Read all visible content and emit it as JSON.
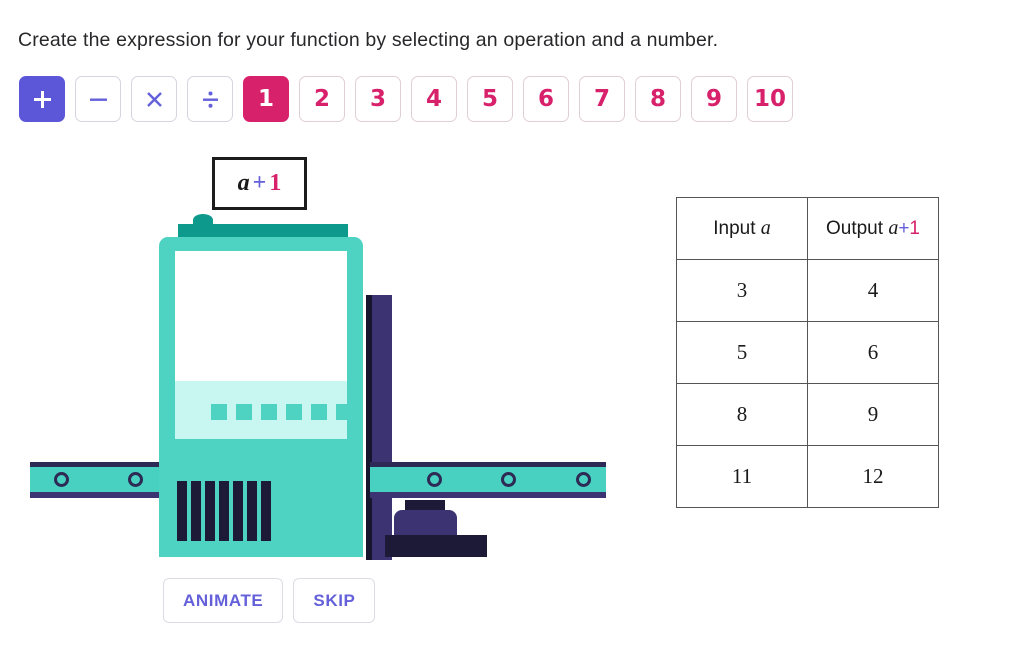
{
  "prompt": "Create the expression for your function by selecting an operation and a number.",
  "colors": {
    "purple": "#5b57d8",
    "pink": "#d8216b",
    "teal": "#4ed3c3",
    "dark_teal": "#0d9a8c",
    "navy": "#2d2b55"
  },
  "operations": [
    {
      "symbol": "+",
      "icon": "plus-icon",
      "name": "add",
      "selected": true
    },
    {
      "symbol": "−",
      "icon": "minus-icon",
      "name": "subtract",
      "selected": false
    },
    {
      "symbol": "×",
      "icon": "multiply-icon",
      "name": "multiply",
      "selected": false
    },
    {
      "symbol": "÷",
      "icon": "divide-icon",
      "name": "divide",
      "selected": false
    }
  ],
  "numbers": [
    {
      "label": "1",
      "selected": true
    },
    {
      "label": "2",
      "selected": false
    },
    {
      "label": "3",
      "selected": false
    },
    {
      "label": "4",
      "selected": false
    },
    {
      "label": "5",
      "selected": false
    },
    {
      "label": "6",
      "selected": false
    },
    {
      "label": "7",
      "selected": false
    },
    {
      "label": "8",
      "selected": false
    },
    {
      "label": "9",
      "selected": false
    },
    {
      "label": "10",
      "selected": false
    }
  ],
  "expression": {
    "variable": "a",
    "operator": "+",
    "number": "1"
  },
  "actions": {
    "animate_label": "ANIMATE",
    "skip_label": "SKIP"
  },
  "table": {
    "headers": {
      "input_text": "Input",
      "input_var": "a",
      "output_text": "Output",
      "output_var": "a",
      "output_op": "+",
      "output_num": "1"
    },
    "rows": [
      {
        "input": "3",
        "output": "4"
      },
      {
        "input": "5",
        "output": "6"
      },
      {
        "input": "8",
        "output": "9"
      },
      {
        "input": "11",
        "output": "12"
      }
    ]
  },
  "machine": {
    "panel_dot_count": 6,
    "grille_bar_count": 7,
    "left_roller_count": 2,
    "right_roller_count": 3
  }
}
